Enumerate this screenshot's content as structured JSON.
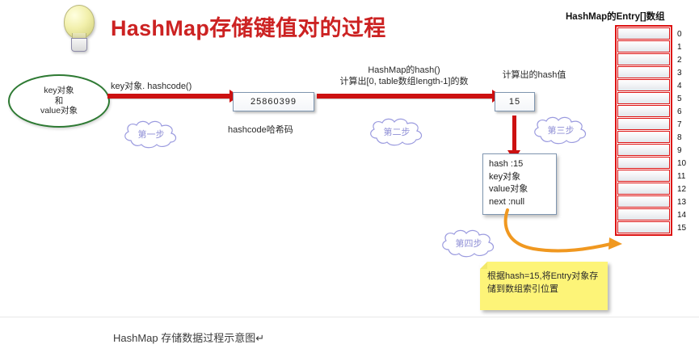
{
  "title": "HashMap存储键值对的过程",
  "title_color": "#cc2222",
  "icons": {
    "lightbulb": "lightbulb-icon"
  },
  "source": {
    "ellipse_line1": "key对象",
    "ellipse_line2": "和",
    "ellipse_line3": "value对象",
    "ellipse_color": "#2e7a33"
  },
  "steps": [
    {
      "label": "第一步"
    },
    {
      "label": "第二步"
    },
    {
      "label": "第三步"
    },
    {
      "label": "第四步"
    }
  ],
  "arrows": {
    "hashcode_label": "key对象. hashcode()",
    "hash_fn_label_line1": "HashMap的hash()",
    "hash_fn_label_line2": "计算出[0, table数组length-1]的数",
    "hash_value_label": "计算出的hash值",
    "arrow_color": "#cc1111",
    "store_arrow_color": "#f09820"
  },
  "boxes": {
    "hashcode_value": "25860399",
    "hashcode_caption": "hashcode哈希码",
    "hash_value": "15"
  },
  "entry": {
    "hash": "hash :15",
    "key": "key对象",
    "value": "value对象",
    "next": "next :null"
  },
  "note": {
    "text": "根据hash=15,将Entry对象存储到数组索引位置",
    "color": "#fdf478"
  },
  "array": {
    "title": "HashMap的Entry[]数组",
    "border_color": "#dd1111",
    "indexes": [
      "0",
      "1",
      "2",
      "3",
      "4",
      "5",
      "6",
      "7",
      "8",
      "9",
      "10",
      "11",
      "12",
      "13",
      "14",
      "15"
    ],
    "highlighted_index": "15"
  },
  "caption": "HashMap 存储数据过程示意图↵"
}
